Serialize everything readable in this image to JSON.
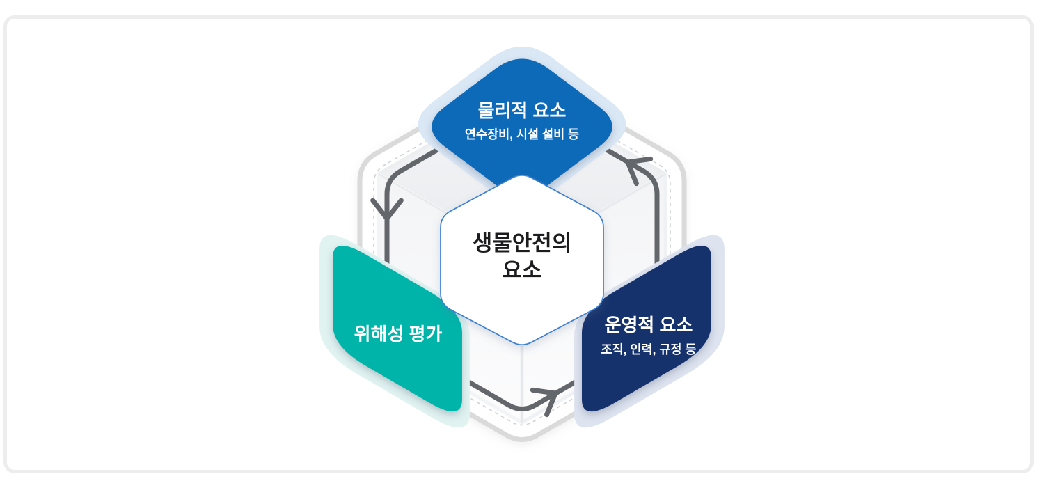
{
  "page": {
    "card_background": "#ffffff",
    "card_border": "#ededed"
  },
  "colors": {
    "physical_blue": "#0e6ab8",
    "assessment_teal": "#00b4aa",
    "operational_navy": "#14306c",
    "halo_blue": "#dae7f5",
    "halo_teal": "#e1f3f1",
    "halo_navy": "#dde3ef",
    "hexagon_border_blue": "#3b7fd4",
    "arrow_gray": "#63676b",
    "outline_gray": "#dadada",
    "dash_gray": "#cfd1d4",
    "center_text": "#1c1c1e",
    "label_text": "#ffffff"
  },
  "diagram": {
    "center": {
      "line1": "생물안전의",
      "line2": "요소"
    },
    "nodes": {
      "physical": {
        "title": "물리적 요소",
        "subtitle": "연수장비, 시설 설비 등"
      },
      "risk_assessment": {
        "title": "위해성 평가"
      },
      "operational": {
        "title": "운영적 요소",
        "subtitle": "조직, 인력, 규정 등"
      }
    }
  }
}
